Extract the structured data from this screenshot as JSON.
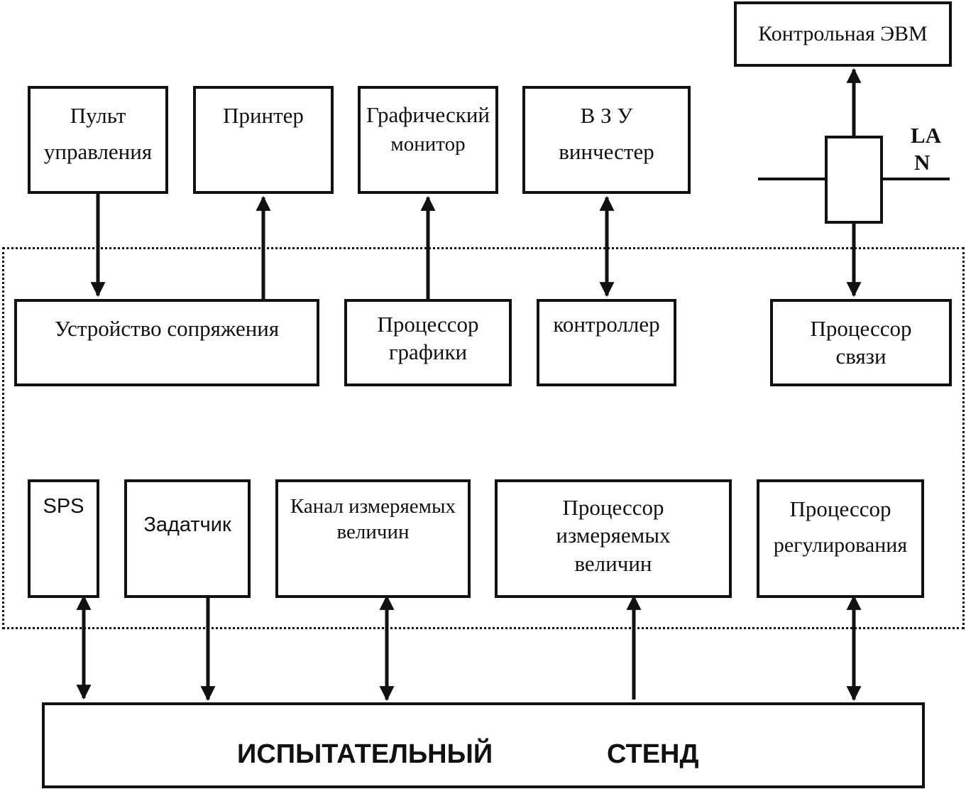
{
  "blocks": {
    "control_panel": [
      "Пульт",
      "управления"
    ],
    "printer": "Принтер",
    "graphic_monitor": [
      "Графический",
      "монитор"
    ],
    "hdd": [
      "В З У",
      "винчестер"
    ],
    "control_computer": "Контрольная ЭВМ",
    "lan": [
      "LA",
      "N"
    ],
    "interface_device": "Устройство сопряжения",
    "graphics_processor": [
      "Процессор",
      "графики"
    ],
    "controller": "контроллер",
    "comm_processor": [
      "Процессор",
      "связи"
    ],
    "sps": "SPS",
    "setpoint": "Задатчик",
    "meas_channel": [
      "Канал измеряемых",
      "величин"
    ],
    "meas_processor": [
      "Процессор",
      "измеряемых",
      "величин"
    ],
    "reg_processor": [
      "Процессор",
      "регулирования"
    ],
    "test_stand": [
      "ИСПЫТАТЕЛЬНЫЙ",
      "СТЕНД"
    ]
  },
  "colors": {
    "line": "#111111",
    "background": "#ffffff"
  }
}
